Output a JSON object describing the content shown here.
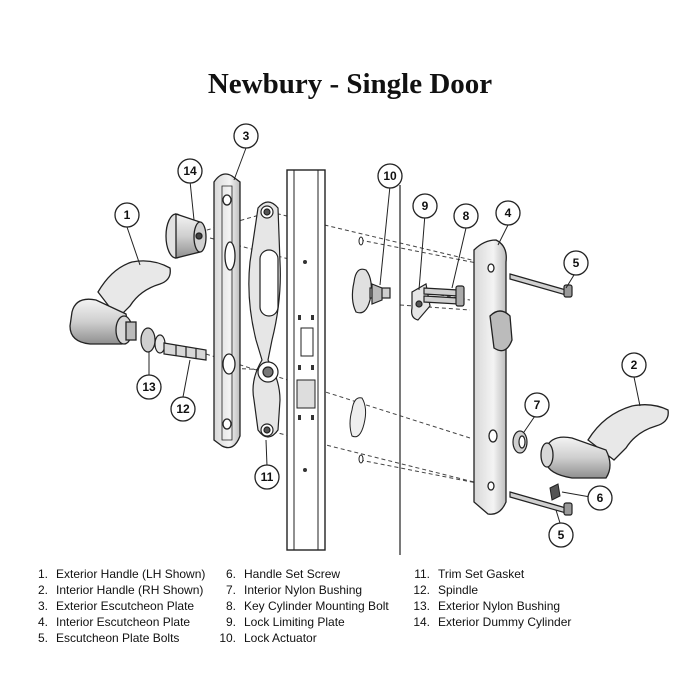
{
  "title": "Newbury - Single Door",
  "callouts": [
    "1",
    "2",
    "3",
    "4",
    "5",
    "5",
    "6",
    "7",
    "8",
    "9",
    "10",
    "11",
    "12",
    "13",
    "14"
  ],
  "legend": [
    {
      "num": "1.",
      "text": "Exterior Handle (LH Shown)"
    },
    {
      "num": "2.",
      "text": "Interior Handle (RH Shown)"
    },
    {
      "num": "3.",
      "text": "Exterior Escutcheon Plate"
    },
    {
      "num": "4.",
      "text": "Interior Escutcheon Plate"
    },
    {
      "num": "5.",
      "text": "Escutcheon Plate Bolts"
    },
    {
      "num": "6.",
      "text": "Handle Set Screw"
    },
    {
      "num": "7.",
      "text": "Interior Nylon Bushing"
    },
    {
      "num": "8.",
      "text": "Key Cylinder Mounting Bolt"
    },
    {
      "num": "9.",
      "text": "Lock Limiting Plate"
    },
    {
      "num": "10.",
      "text": "Lock Actuator"
    },
    {
      "num": "11.",
      "text": "Trim Set Gasket"
    },
    {
      "num": "12.",
      "text": "Spindle"
    },
    {
      "num": "13.",
      "text": "Exterior Nylon Bushing"
    },
    {
      "num": "14.",
      "text": "Exterior Dummy Cylinder"
    }
  ],
  "colors": {
    "line": "#222222",
    "fill_light": "#eeeeee",
    "fill_mid": "#cfcfcf"
  }
}
